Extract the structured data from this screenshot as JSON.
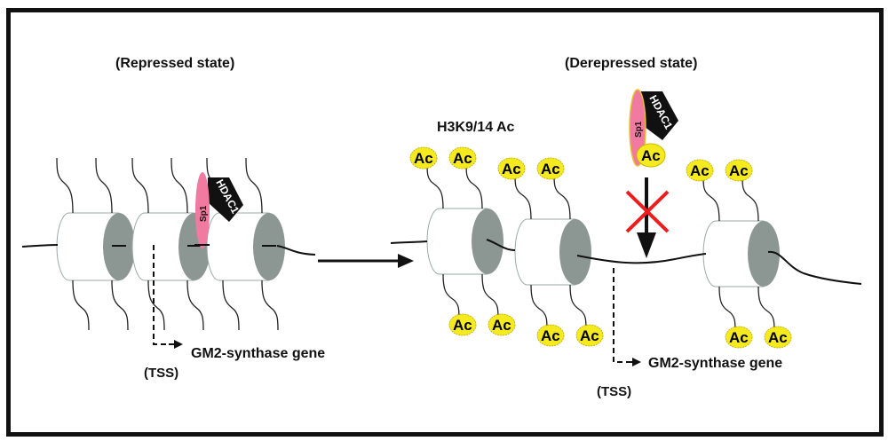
{
  "repressed": {
    "title": "(Repressed state)",
    "gene_label": "GM2-synthase gene",
    "tss_label": "(TSS)",
    "sp1_label": "Sp1",
    "hdac_label": "HDAC1"
  },
  "derepressed": {
    "title": "(Derepressed state)",
    "mark_label": "H3K9/14 Ac",
    "gene_label": "GM2-synthase gene",
    "tss_label": "(TSS)",
    "sp1_label": "Sp1",
    "hdac_label": "HDAC1",
    "ac_label": "Ac",
    "blocked": true
  },
  "colors": {
    "sp1": "#f07aa0",
    "hdac": "#111111",
    "ac": "#f5ea1e",
    "nucleosome_face": "#8c9794",
    "block_x": "#ee1c1c"
  }
}
